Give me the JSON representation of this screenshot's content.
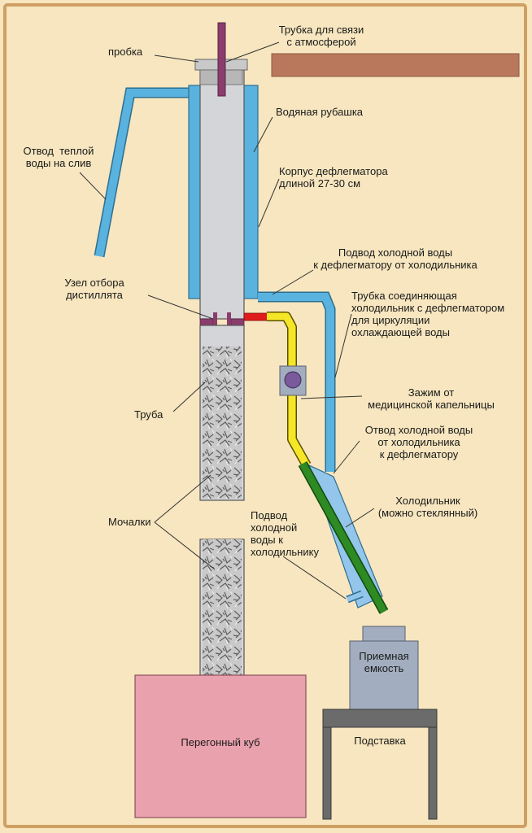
{
  "colors": {
    "background": "#f7e6bf",
    "frame": "#cf9f63",
    "jacket_blue": "#59b3de",
    "inner_tube": "#d4d5d8",
    "distillate_yellow": "#f6e628",
    "cooler_green": "#2e8a22",
    "cold_red": "#e01d1d",
    "shelf_brown": "#b9785c",
    "cube_pink": "#eaa1ae",
    "tank_gray": "#a2aebf",
    "stand_gray": "#6b6b6b",
    "vent_purple": "#8a3d6d"
  },
  "labels": {
    "vent_tube": "Трубка для связи\nс атмосферой",
    "plug": "пробка",
    "water_jacket": "Водяная рубашка",
    "warm_water_outlet": "Отвод  теплой\nводы на слив",
    "dephlegmator_body": "Корпус дефлегматора\nдлиной 27-30 см",
    "cold_water_inlet_dephlegmator": "Подвод холодной воды\nк дефлегматору от холодильника",
    "distillate_node": "Узел отбора\nдистиллята",
    "connecting_tube": "Трубка соединяющая\nхолодильник с дефлегматором\nдля циркуляции\nохлаждающей воды",
    "medical_clamp": "Зажим от\nмедицинской капельницы",
    "cold_water_outlet": "Отвод холодной воды\nот холодильника\nк дефлегматору",
    "pipe": "Труба",
    "cooler": "Холодильник\n(можно стеклянный)",
    "scrubbers": "Мочалки",
    "cold_water_inlet_cooler": "Подвод\nхолодной\nводы к\nхолодильнику",
    "receiving_tank": "Приемная\nемкость",
    "distillation_cube": "Перегонный куб",
    "stand": "Подставка"
  }
}
